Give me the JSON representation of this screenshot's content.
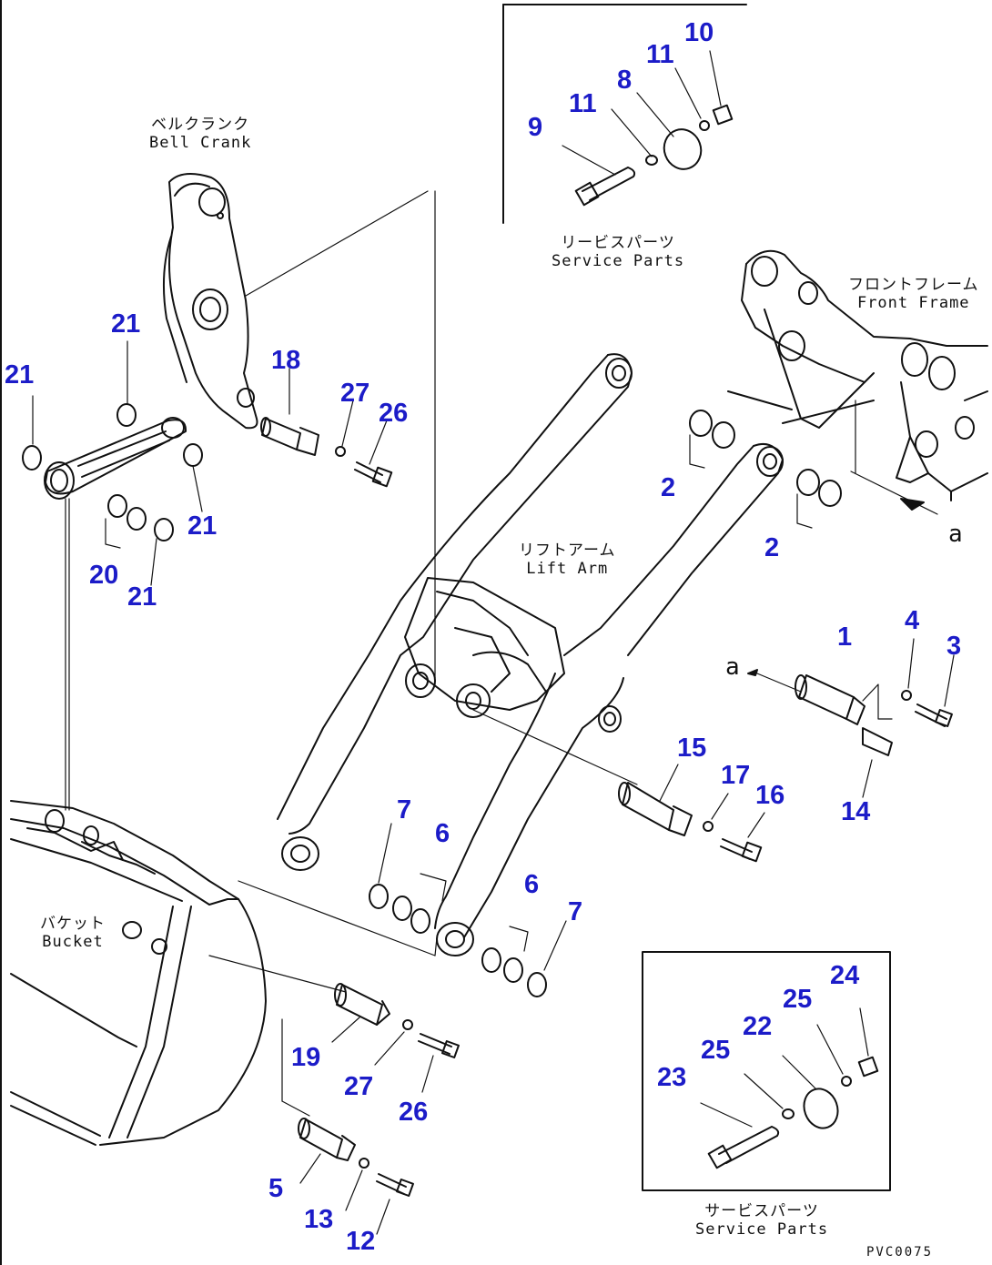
{
  "labels": {
    "bell_crank_jp": "ベルクランク",
    "bell_crank_en": "Bell Crank",
    "service_parts_top_jp": "リービスパーツ",
    "service_parts_top_en": "Service Parts",
    "front_frame_jp": "フロントフレーム",
    "front_frame_en": "Front Frame",
    "lift_arm_jp": "リフトアーム",
    "lift_arm_en": "Lift Arm",
    "bucket_jp": "バケット",
    "bucket_en": "Bucket",
    "service_parts_bottom_jp": "サービスパーツ",
    "service_parts_bottom_en": "Service Parts",
    "ref_a_1": "a",
    "ref_a_2": "a",
    "drawing_code": "PVC0075"
  },
  "callouts": {
    "c10": "10",
    "c11a": "11",
    "c8": "8",
    "c11b": "11",
    "c9": "9",
    "c21a": "21",
    "c21b": "21",
    "c18": "18",
    "c27a": "27",
    "c26a": "26",
    "c21c": "21",
    "c20": "20",
    "c21d": "21",
    "c2a": "2",
    "c2b": "2",
    "c1": "1",
    "c4": "4",
    "c3": "3",
    "c14": "14",
    "c15": "15",
    "c17": "17",
    "c16": "16",
    "c7a": "7",
    "c6a": "6",
    "c6b": "6",
    "c7b": "7",
    "c19": "19",
    "c27b": "27",
    "c26b": "26",
    "c5": "5",
    "c13": "13",
    "c12": "12",
    "c24": "24",
    "c25a": "25",
    "c22": "22",
    "c25b": "25",
    "c23": "23"
  }
}
